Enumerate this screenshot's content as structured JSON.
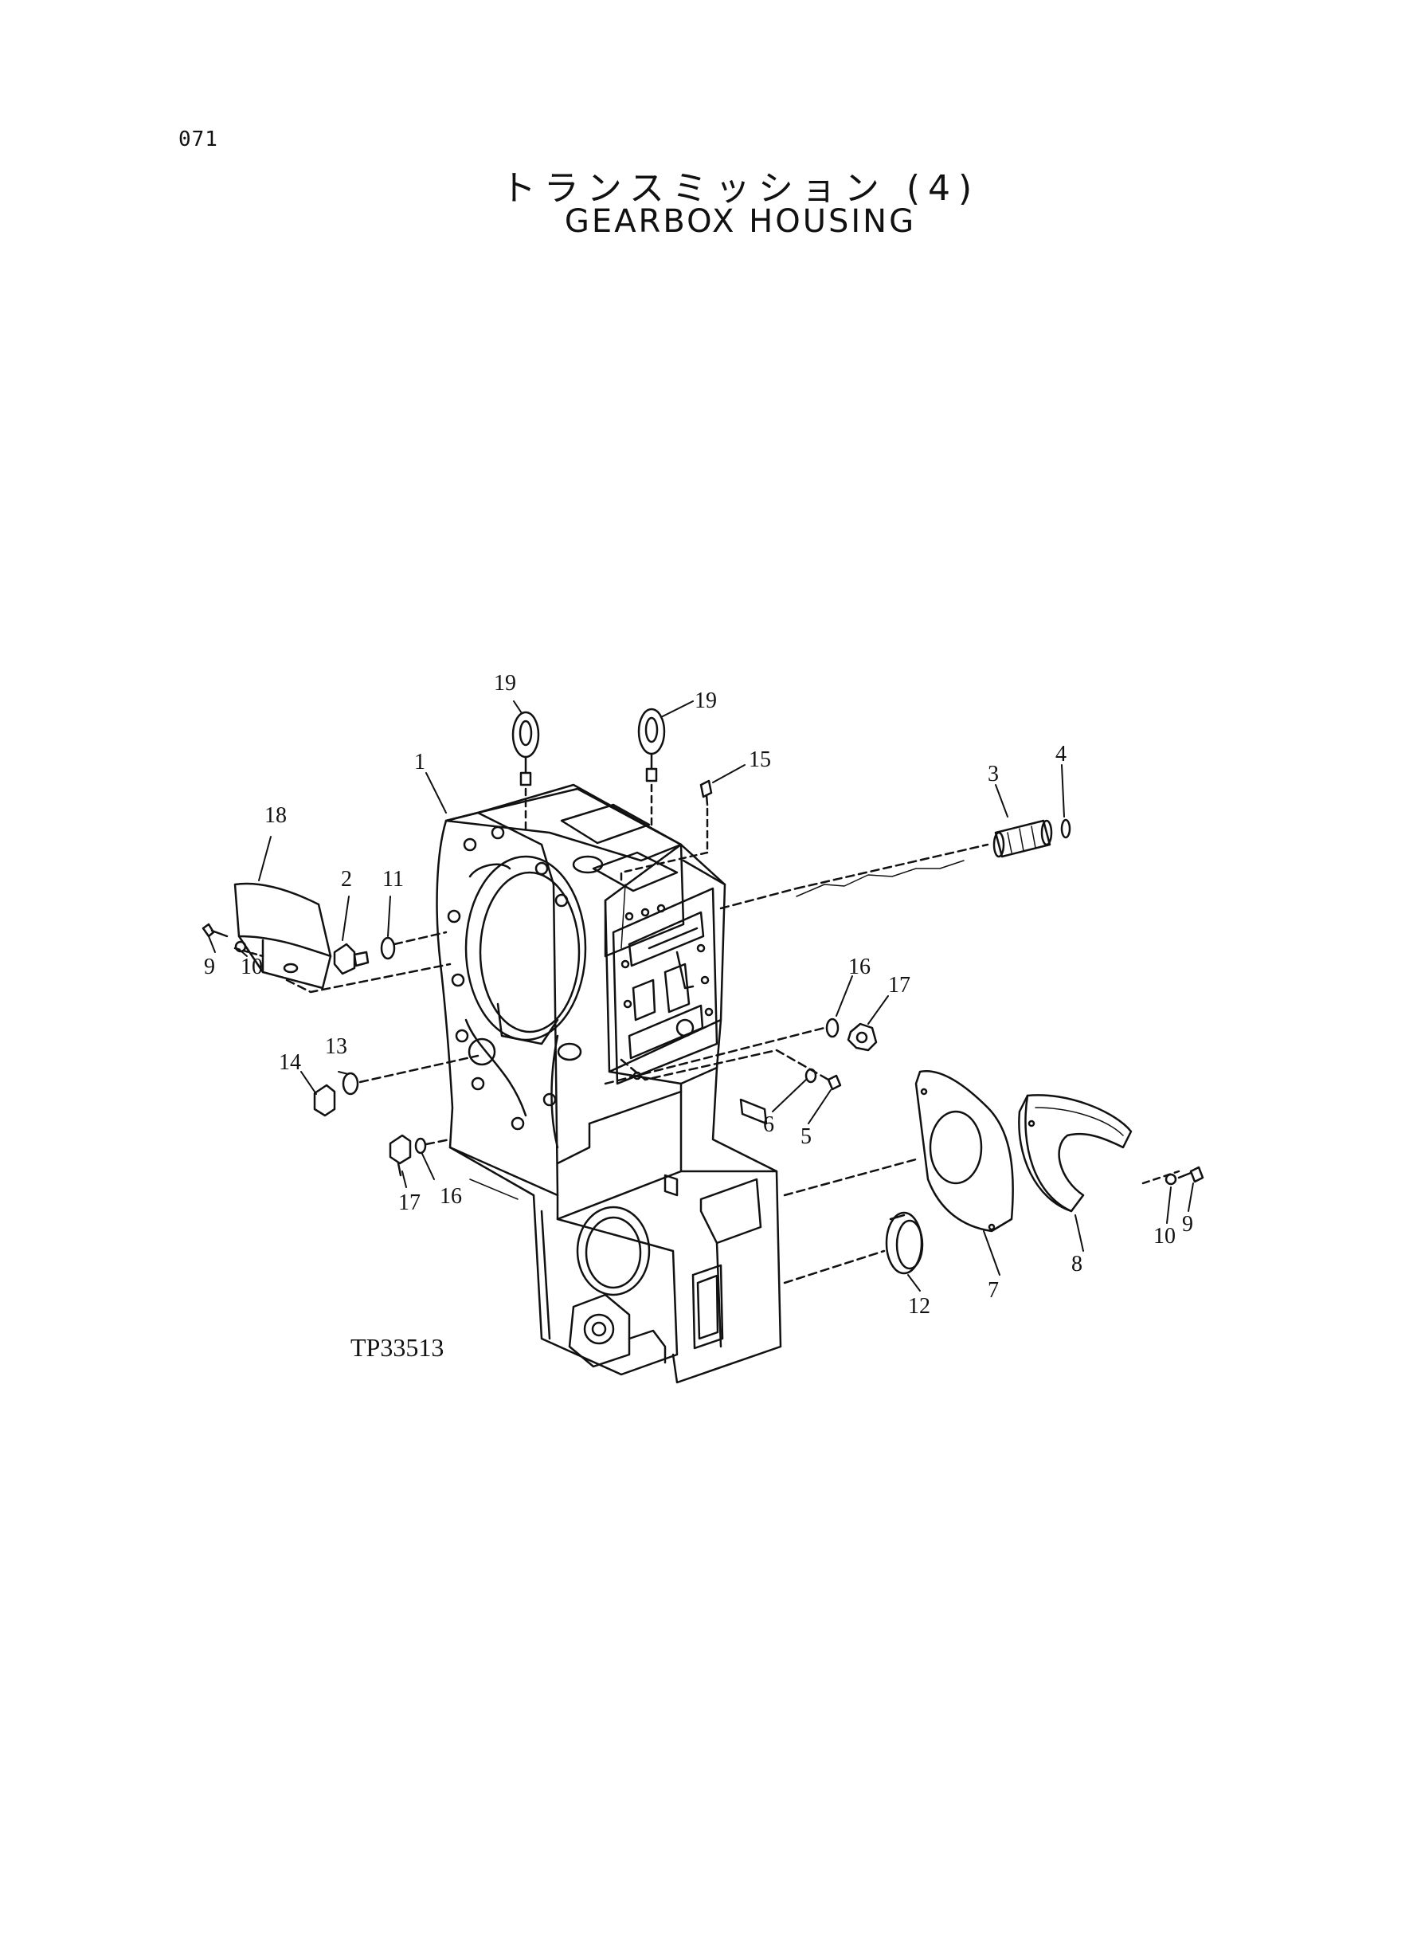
{
  "page": {
    "number": "071"
  },
  "title": {
    "ja": "トランスミッション (4)",
    "en": "GEARBOX HOUSING"
  },
  "figure_code": "TP33513",
  "callouts": [
    {
      "n": "1"
    },
    {
      "n": "2"
    },
    {
      "n": "3"
    },
    {
      "n": "4"
    },
    {
      "n": "5"
    },
    {
      "n": "6"
    },
    {
      "n": "7"
    },
    {
      "n": "8"
    },
    {
      "n": "9"
    },
    {
      "n": "9"
    },
    {
      "n": "10"
    },
    {
      "n": "10"
    },
    {
      "n": "11"
    },
    {
      "n": "12"
    },
    {
      "n": "13"
    },
    {
      "n": "14"
    },
    {
      "n": "15"
    },
    {
      "n": "16"
    },
    {
      "n": "16"
    },
    {
      "n": "17"
    },
    {
      "n": "17"
    },
    {
      "n": "18"
    },
    {
      "n": "19"
    },
    {
      "n": "19"
    }
  ]
}
